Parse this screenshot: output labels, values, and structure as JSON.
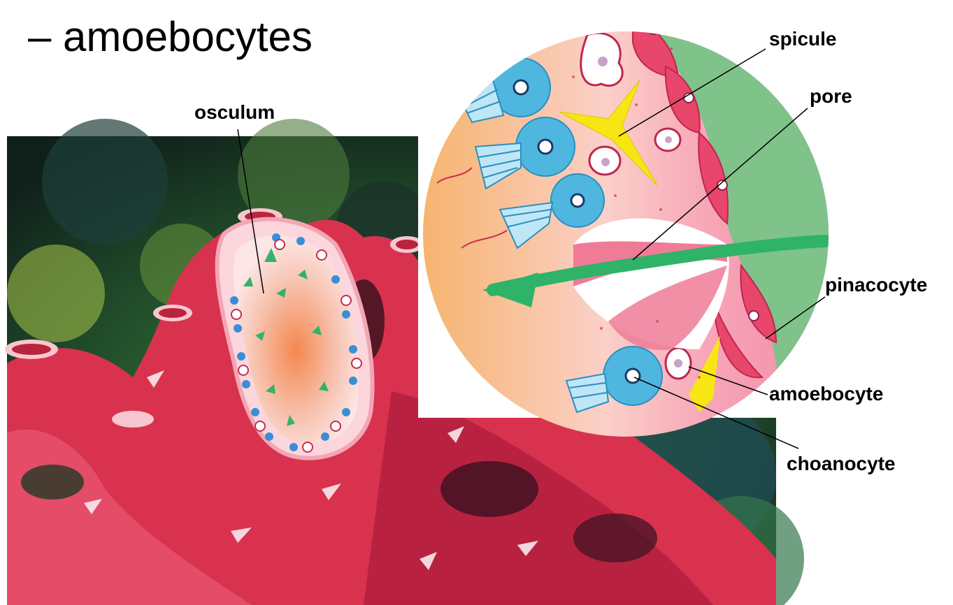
{
  "bullet_text": "– amoebocytes",
  "labels": {
    "osculum": "osculum",
    "spicule": "spicule",
    "pore": "pore",
    "pinacocyte": "pinacocyte",
    "amoebocyte": "amoebocyte",
    "choanocyte": "choanocyte"
  },
  "colors": {
    "sponge_red": "#d8324f",
    "sponge_pink": "#f06a85",
    "cell_blue": "#4fb6e0",
    "spicule_yellow": "#f7e614",
    "water_green": "#2fb368",
    "background_green": "#7fc28a",
    "inner_orange": "#f6b87a"
  }
}
